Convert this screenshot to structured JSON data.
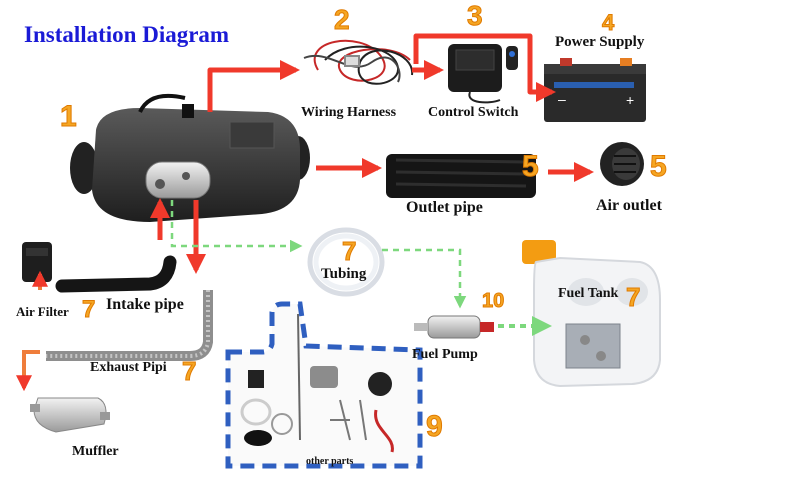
{
  "title": "Installation Diagram",
  "colors": {
    "title": "#1a1ad6",
    "arrow": "#f0392b",
    "fuel_line": "#7dd87d",
    "number": "#f5a623",
    "box": "#2f5fc0"
  },
  "components": [
    {
      "id": "heater",
      "number": "1",
      "label": ""
    },
    {
      "id": "wiring",
      "number": "2",
      "label": "Wiring Harness"
    },
    {
      "id": "switch",
      "number": "3",
      "label": "Control Switch"
    },
    {
      "id": "power",
      "number": "4",
      "label": "Power Supply"
    },
    {
      "id": "outlet_pipe",
      "number": "5",
      "label": "Outlet pipe"
    },
    {
      "id": "air_outlet",
      "number": "5",
      "label": "Air outlet"
    },
    {
      "id": "tubing",
      "number": "7",
      "label": "Tubing"
    },
    {
      "id": "air_filter",
      "number": "7",
      "label": "Air Filter"
    },
    {
      "id": "intake_pipe",
      "number": "",
      "label": "Intake pipe"
    },
    {
      "id": "exhaust",
      "number": "7",
      "label": "Exhaust Pipi"
    },
    {
      "id": "muffler",
      "number": "",
      "label": "Muffler"
    },
    {
      "id": "fuel_pump",
      "number": "10",
      "label": "Fuel Pump"
    },
    {
      "id": "fuel_tank",
      "number": "7",
      "label": "Fuel Tank"
    },
    {
      "id": "other_parts",
      "number": "9",
      "label": "other parts"
    }
  ]
}
